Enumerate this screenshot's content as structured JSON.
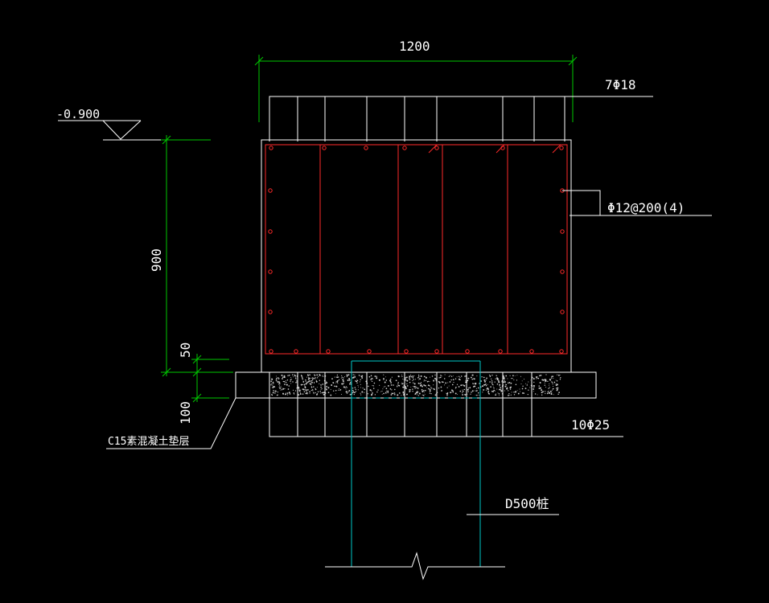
{
  "colors": {
    "background": "#000000",
    "outline": "#ffffff",
    "dimension": "#00c800",
    "rebar": "#ff2a2a",
    "pile": "#00c8c8",
    "concrete_dots": "#cfcfcf"
  },
  "dimensions": {
    "width": "1200",
    "height": "900",
    "cover_top": "50",
    "cushion": "100"
  },
  "labels": {
    "elevation": "-0.900",
    "top_bars": "7Φ18",
    "stirrup": "Φ12@200(4)",
    "bottom_bars": "10Φ25",
    "cushion_layer": "C15素混凝土垫层",
    "pile": "D500桩"
  }
}
